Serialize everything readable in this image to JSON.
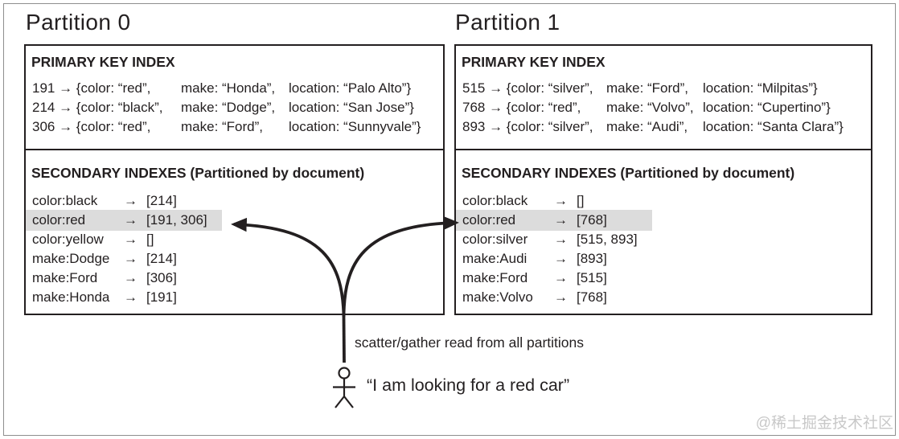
{
  "diagram": {
    "partitions": [
      {
        "title": "Partition 0",
        "primary_header": "PRIMARY KEY INDEX",
        "primary_rows": [
          [
            "191 → {color: “red”,",
            "make: “Honda”,",
            "location: “Palo Alto”}"
          ],
          [
            "214 → {color: “black”,",
            "make: “Dodge”,",
            "location: “San Jose”}"
          ],
          [
            "306 → {color: “red”,",
            "make: “Ford”,",
            "location: “Sunnyvale”}"
          ]
        ],
        "secondary_header": "SECONDARY INDEXES (Partitioned by document)",
        "secondary_rows": [
          {
            "term": "color:black",
            "arrow": "→",
            "value": "[214]",
            "highlight": false
          },
          {
            "term": "color:red",
            "arrow": "→",
            "value": "[191, 306]",
            "highlight": true
          },
          {
            "term": "color:yellow",
            "arrow": "→",
            "value": "[]",
            "highlight": false
          },
          {
            "term": "make:Dodge",
            "arrow": "→",
            "value": "[214]",
            "highlight": false
          },
          {
            "term": "make:Ford",
            "arrow": "→",
            "value": "[306]",
            "highlight": false
          },
          {
            "term": "make:Honda",
            "arrow": "→",
            "value": "[191]",
            "highlight": false
          }
        ]
      },
      {
        "title": "Partition 1",
        "primary_header": "PRIMARY KEY INDEX",
        "primary_rows": [
          [
            "515 → {color: “silver”,",
            "make: “Ford”,",
            "location: “Milpitas”}"
          ],
          [
            "768 → {color: “red”,",
            "make: “Volvo”,",
            "location: “Cupertino”}"
          ],
          [
            "893 → {color: “silver”,",
            "make: “Audi”,",
            "location: “Santa Clara”}"
          ]
        ],
        "secondary_header": "SECONDARY INDEXES (Partitioned by document)",
        "secondary_rows": [
          {
            "term": "color:black",
            "arrow": "→",
            "value": "[]",
            "highlight": false
          },
          {
            "term": "color:red",
            "arrow": "→",
            "value": "[768]",
            "highlight": true
          },
          {
            "term": "color:silver",
            "arrow": "→",
            "value": "[515, 893]",
            "highlight": false
          },
          {
            "term": "make:Audi",
            "arrow": "→",
            "value": "[893]",
            "highlight": false
          },
          {
            "term": "make:Ford",
            "arrow": "→",
            "value": "[515]",
            "highlight": false
          },
          {
            "term": "make:Volvo",
            "arrow": "→",
            "value": "[768]",
            "highlight": false
          }
        ]
      }
    ],
    "scatter_label": "scatter/gather read from all partitions",
    "user_quote": "“I am looking for a red car”",
    "watermark": "@稀土掘金技术社区",
    "colors": {
      "ink": "#231f20",
      "highlight": "#dcdcdc",
      "frame": "#8f8f8f",
      "wm": "#c8c8c8"
    }
  }
}
